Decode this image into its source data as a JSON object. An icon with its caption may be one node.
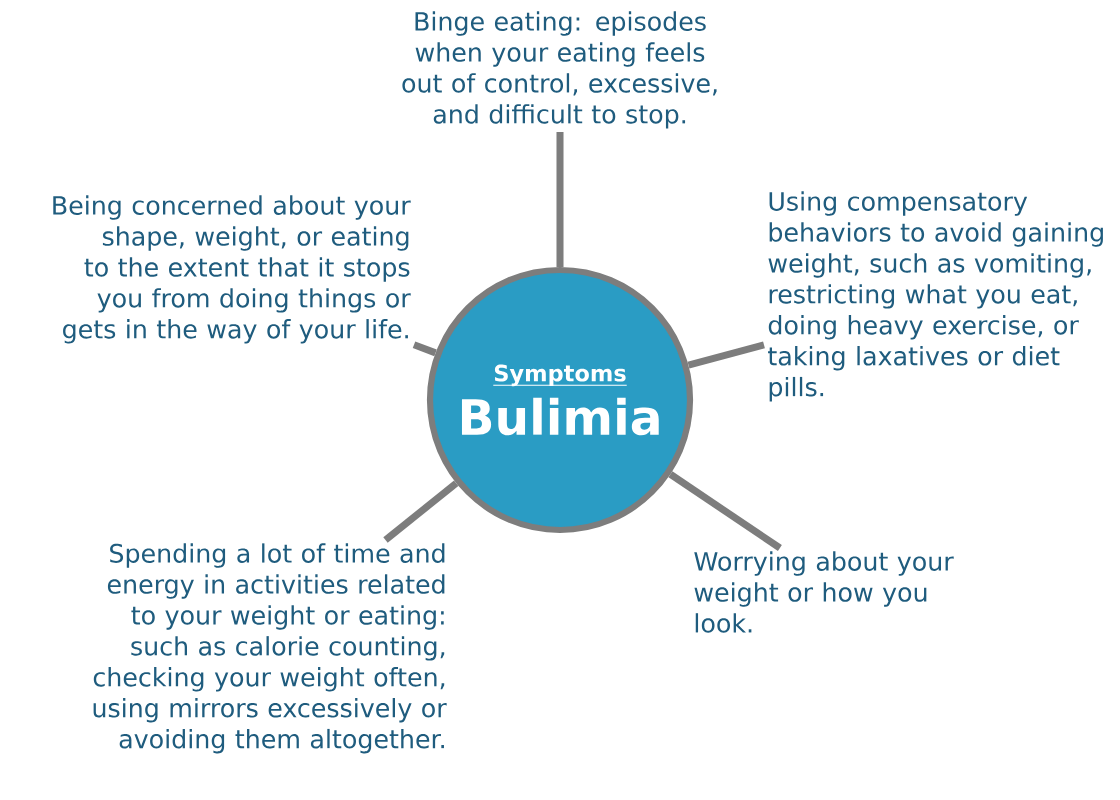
{
  "diagram": {
    "nodes": [
      {
        "text": [
          "Symptoms",
          "Bulimia"
        ]
      },
      {
        "text": [
          "Binge eating: episodes when your eating feels out of control, excessive, and difficult to stop."
        ]
      },
      {
        "text": [
          "Using compensatory behaviors to avoid gaining weight, such as vomiting, restricting what you eat, doing heavy exercise, or taking laxatives or diet pills."
        ]
      },
      {
        "text": [
          "Worrying about your weight or how you look."
        ]
      },
      {
        "text": [
          "Spending a lot of time and energy in activities related to your weight or eating: such as calorie counting, checking your weight often, using mirrors excessively or avoiding them altogether."
        ]
      },
      {
        "text": [
          "Being concerned about your shape, weight, or eating to the extent that it stops you from doing things or gets in the way of your life."
        ]
      }
    ],
    "edges": [
      {
        "from": 0,
        "to": 1,
        "arrow": "none"
      },
      {
        "from": 0,
        "to": 2,
        "arrow": "none"
      },
      {
        "from": 0,
        "to": 3,
        "arrow": "none"
      },
      {
        "from": 0,
        "to": 4,
        "arrow": "none"
      },
      {
        "from": 0,
        "to": 5,
        "arrow": "none"
      }
    ]
  }
}
